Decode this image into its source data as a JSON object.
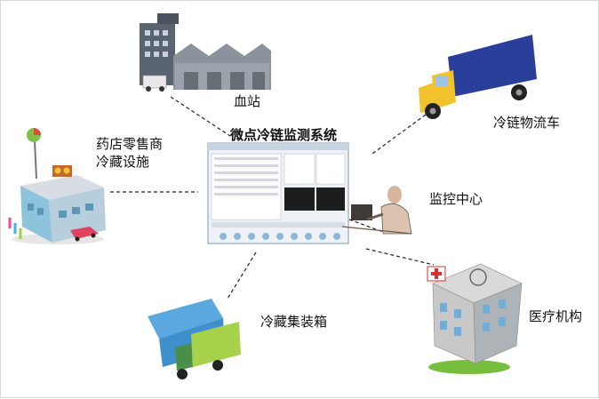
{
  "center": {
    "title": "微点冷链监测系统"
  },
  "nodes": {
    "blood_station": "血站",
    "cold_chain_truck": "冷链物流车",
    "pharmacy_line1": "药店零售商",
    "pharmacy_line2": "冷藏设施",
    "monitoring_center": "监控中心",
    "cold_container": "冷藏集装箱",
    "medical_institution": "医疗机构"
  },
  "icons": [
    "factory-icon",
    "delivery-truck-icon",
    "shop-building-icon",
    "software-window-icon",
    "operator-person-icon",
    "container-truck-icon",
    "hospital-building-icon"
  ],
  "colors": {
    "truck_blue": "#2a3f9a",
    "truck_yellow": "#f2c12e",
    "container_green": "#9ccf3a",
    "hospital_gray": "#c8c8c8",
    "connector": "#222222"
  }
}
